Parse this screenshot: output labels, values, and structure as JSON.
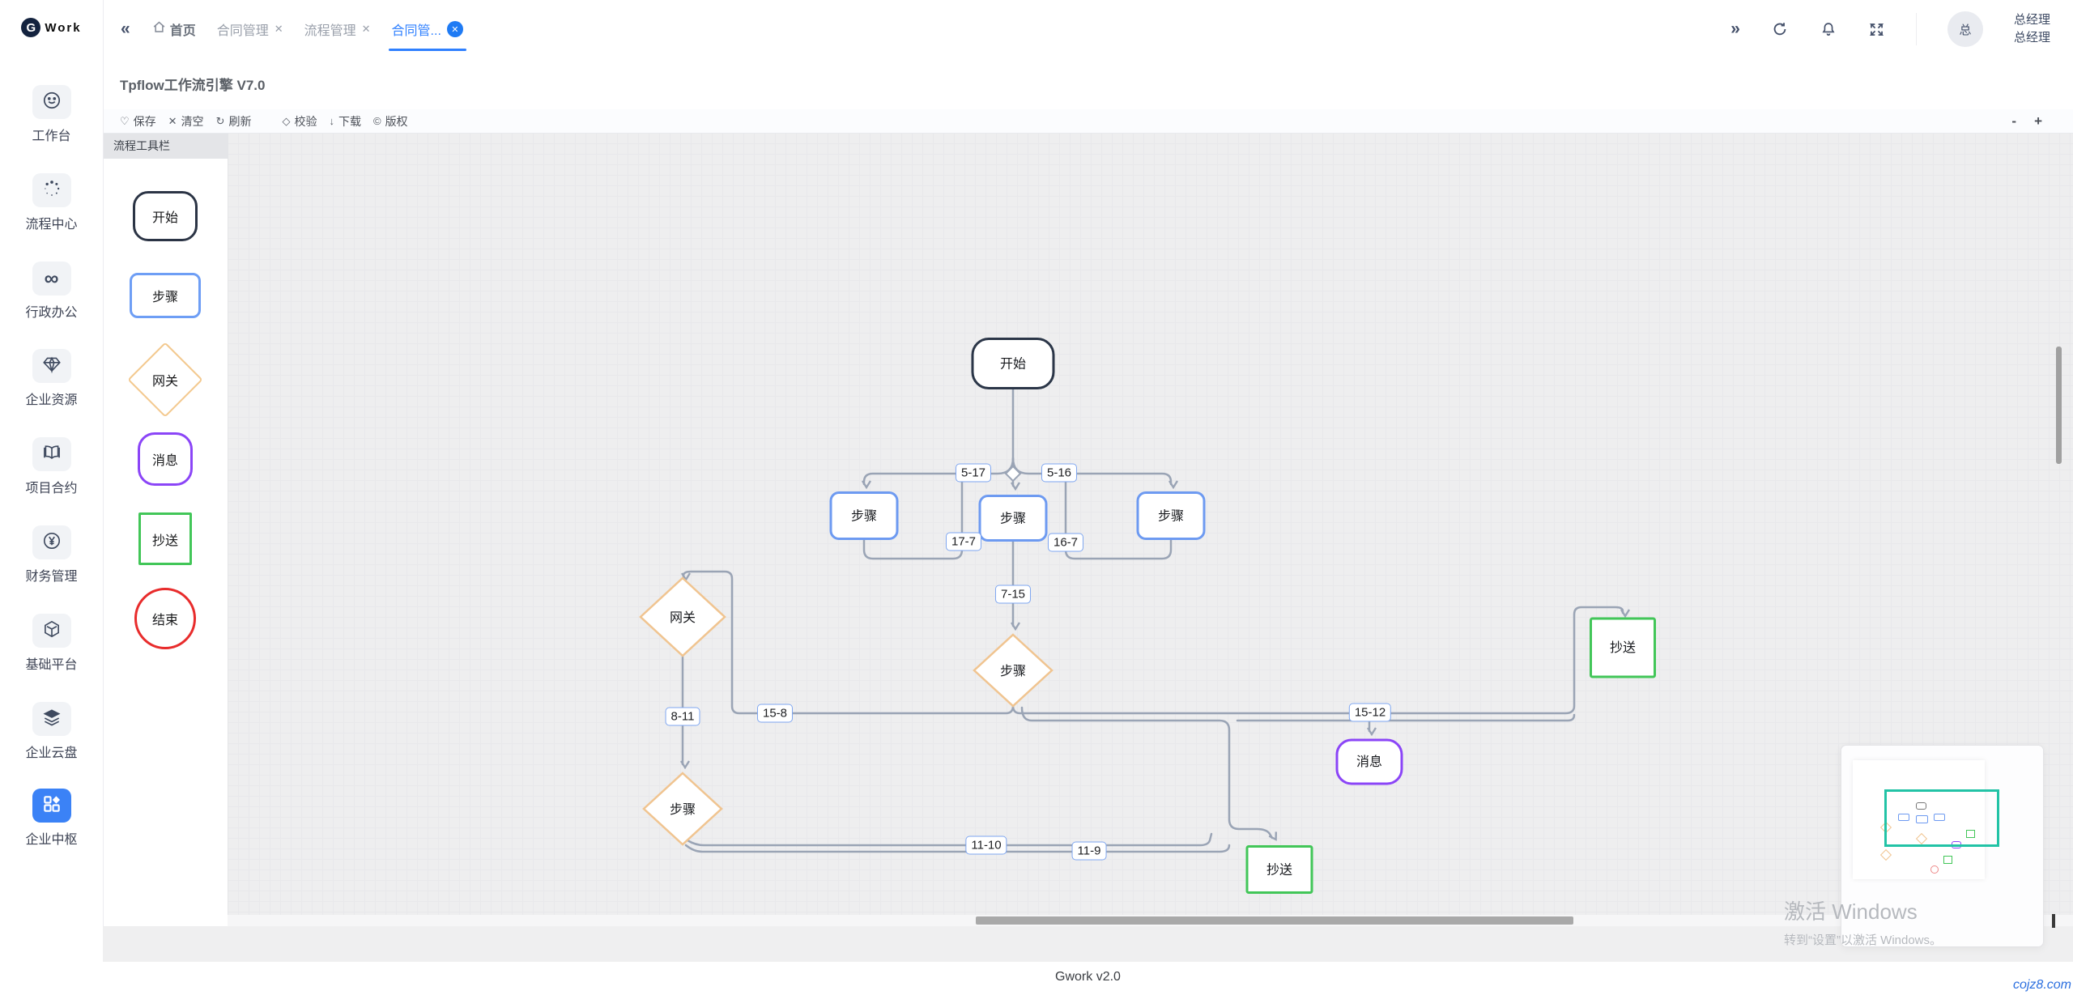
{
  "app": {
    "logo_text": "Work",
    "footer": "Gwork v2.0",
    "watermark": "cojz8.com"
  },
  "tabbar": {
    "collapse_icon": "«",
    "more_icon": "»",
    "tabs": [
      {
        "label": "首页",
        "closable": false,
        "active": false
      },
      {
        "label": "合同管理",
        "closable": true,
        "active": false
      },
      {
        "label": "流程管理",
        "closable": true,
        "active": false
      },
      {
        "label": "合同管...",
        "closable": true,
        "active": true
      }
    ],
    "close_glyph": "✕"
  },
  "user": {
    "avatar_text": "总",
    "name_line1": "总经理",
    "name_line2": "总经理"
  },
  "page": {
    "title": "Tpflow工作流引擎 V7.0"
  },
  "toolbar": {
    "save": "保存",
    "clear": "清空",
    "refresh": "刷新",
    "validate": "校验",
    "download": "下载",
    "copyright": "版权",
    "save_icon": "♡",
    "clear_icon": "✕",
    "refresh_icon": "↻",
    "validate_icon": "◇",
    "download_icon": "↓",
    "copyright_icon": "©",
    "zoom_out": "-",
    "zoom_in": "+"
  },
  "sidebar": {
    "items": [
      {
        "label": "工作台",
        "icon": "smiley-icon",
        "active": false
      },
      {
        "label": "流程中心",
        "icon": "spinner-dots-icon",
        "active": false
      },
      {
        "label": "行政办公",
        "icon": "infinity-icon",
        "active": false
      },
      {
        "label": "企业资源",
        "icon": "gem-icon",
        "active": false
      },
      {
        "label": "项目合约",
        "icon": "book-icon",
        "active": false
      },
      {
        "label": "财务管理",
        "icon": "yen-circle-icon",
        "active": false
      },
      {
        "label": "基础平台",
        "icon": "cube-icon",
        "active": false
      },
      {
        "label": "企业云盘",
        "icon": "layers-icon",
        "active": false
      },
      {
        "label": "企业中枢",
        "icon": "hub-grid-icon",
        "active": true
      }
    ]
  },
  "palette": {
    "title": "流程工具栏",
    "items": [
      {
        "label": "开始",
        "shape": "start"
      },
      {
        "label": "步骤",
        "shape": "step"
      },
      {
        "label": "网关",
        "shape": "gateway"
      },
      {
        "label": "消息",
        "shape": "message"
      },
      {
        "label": "抄送",
        "shape": "cc"
      },
      {
        "label": "结束",
        "shape": "end"
      }
    ]
  },
  "flow": {
    "nodes": {
      "start": "开始",
      "step_left": "步骤",
      "step_center": "步骤",
      "step_right": "步骤",
      "gateway": "网关",
      "step_d15": "步骤",
      "step_d11": "步骤",
      "message": "消息",
      "cc_bottom": "抄送",
      "cc_right": "抄送"
    },
    "edge_labels": [
      "5-17",
      "5-16",
      "17-7",
      "16-7",
      "7-15",
      "15-8",
      "8-11",
      "15-12",
      "11-10",
      "11-9"
    ],
    "colors": {
      "edge": "#9aa4b5",
      "step_border": "#6d9af1",
      "gateway_border": "#f0c490",
      "message_border": "#8b45f7",
      "cc_border": "#42c658",
      "start_border": "#2b3648",
      "end_border": "#e82c2c"
    }
  },
  "windows_activation": {
    "line1": "激活 Windows",
    "line2": "转到“设置”以激活 Windows。"
  }
}
